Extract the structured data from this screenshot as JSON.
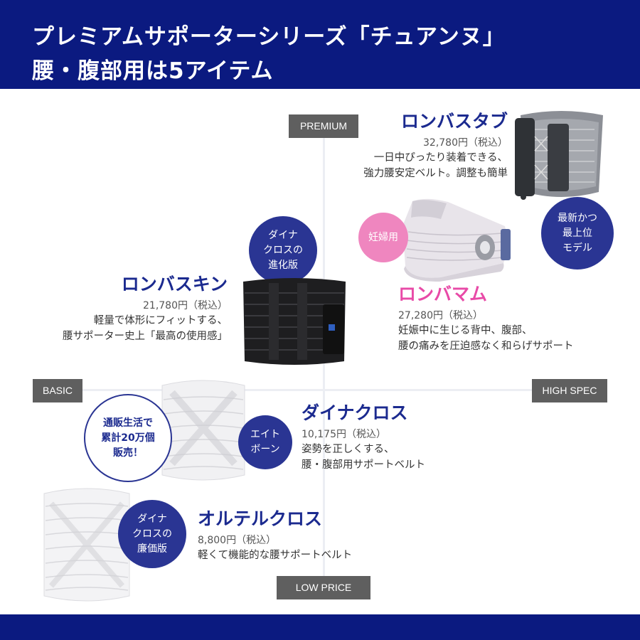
{
  "header": {
    "line1": "プレミアムサポーターシリーズ「チュアンヌ」",
    "line2": "腰・腹部用は5アイテム"
  },
  "axes": {
    "top": "PREMIUM",
    "left": "BASIC",
    "right": "HIGH SPEC",
    "bottom": "LOW PRICE"
  },
  "items": {
    "lonbastab": {
      "name": "ロンバスタブ",
      "price": "32,780円（税込）",
      "desc1": "一日中ぴったり装着できる、",
      "desc2": "強力腰安定ベルト。調整も簡単"
    },
    "lonbasskin": {
      "name": "ロンバスキン",
      "price": "21,780円（税込）",
      "desc1": "軽量で体形にフィットする、",
      "desc2": "腰サポーター史上「最高の使用感」"
    },
    "lonbamam": {
      "name": "ロンバマム",
      "price": "27,280円（税込）",
      "desc1": "妊娠中に生じる背中、腹部、",
      "desc2": "腰の痛みを圧迫感なく和らげサポート"
    },
    "dynacross": {
      "name": "ダイナクロス",
      "price": "10,175円（税込）",
      "desc1": "姿勢を正しくする、",
      "desc2": "腰・腹部用サポートベルト"
    },
    "orterucross": {
      "name": "オルテルクロス",
      "price": "8,800円（税込）",
      "desc1": "軽くて機能的な腰サポートベルト"
    }
  },
  "badges": {
    "evolved": [
      "ダイナ",
      "クロスの",
      "進化版"
    ],
    "latest": [
      "最新かつ",
      "最上位",
      "モデル"
    ],
    "maternity": [
      "妊婦用"
    ],
    "eightbone": [
      "エイト",
      "ボーン"
    ],
    "sold": [
      "通販生活で",
      "累計20万個",
      "販売！"
    ],
    "cheaper": [
      "ダイナ",
      "クロスの",
      "廉価版"
    ]
  },
  "colors": {
    "navy": "#0b1a80",
    "title_blue": "#1b2a8f",
    "pink": "#e84aa7",
    "axis_label_bg": "#5f5f5f"
  }
}
